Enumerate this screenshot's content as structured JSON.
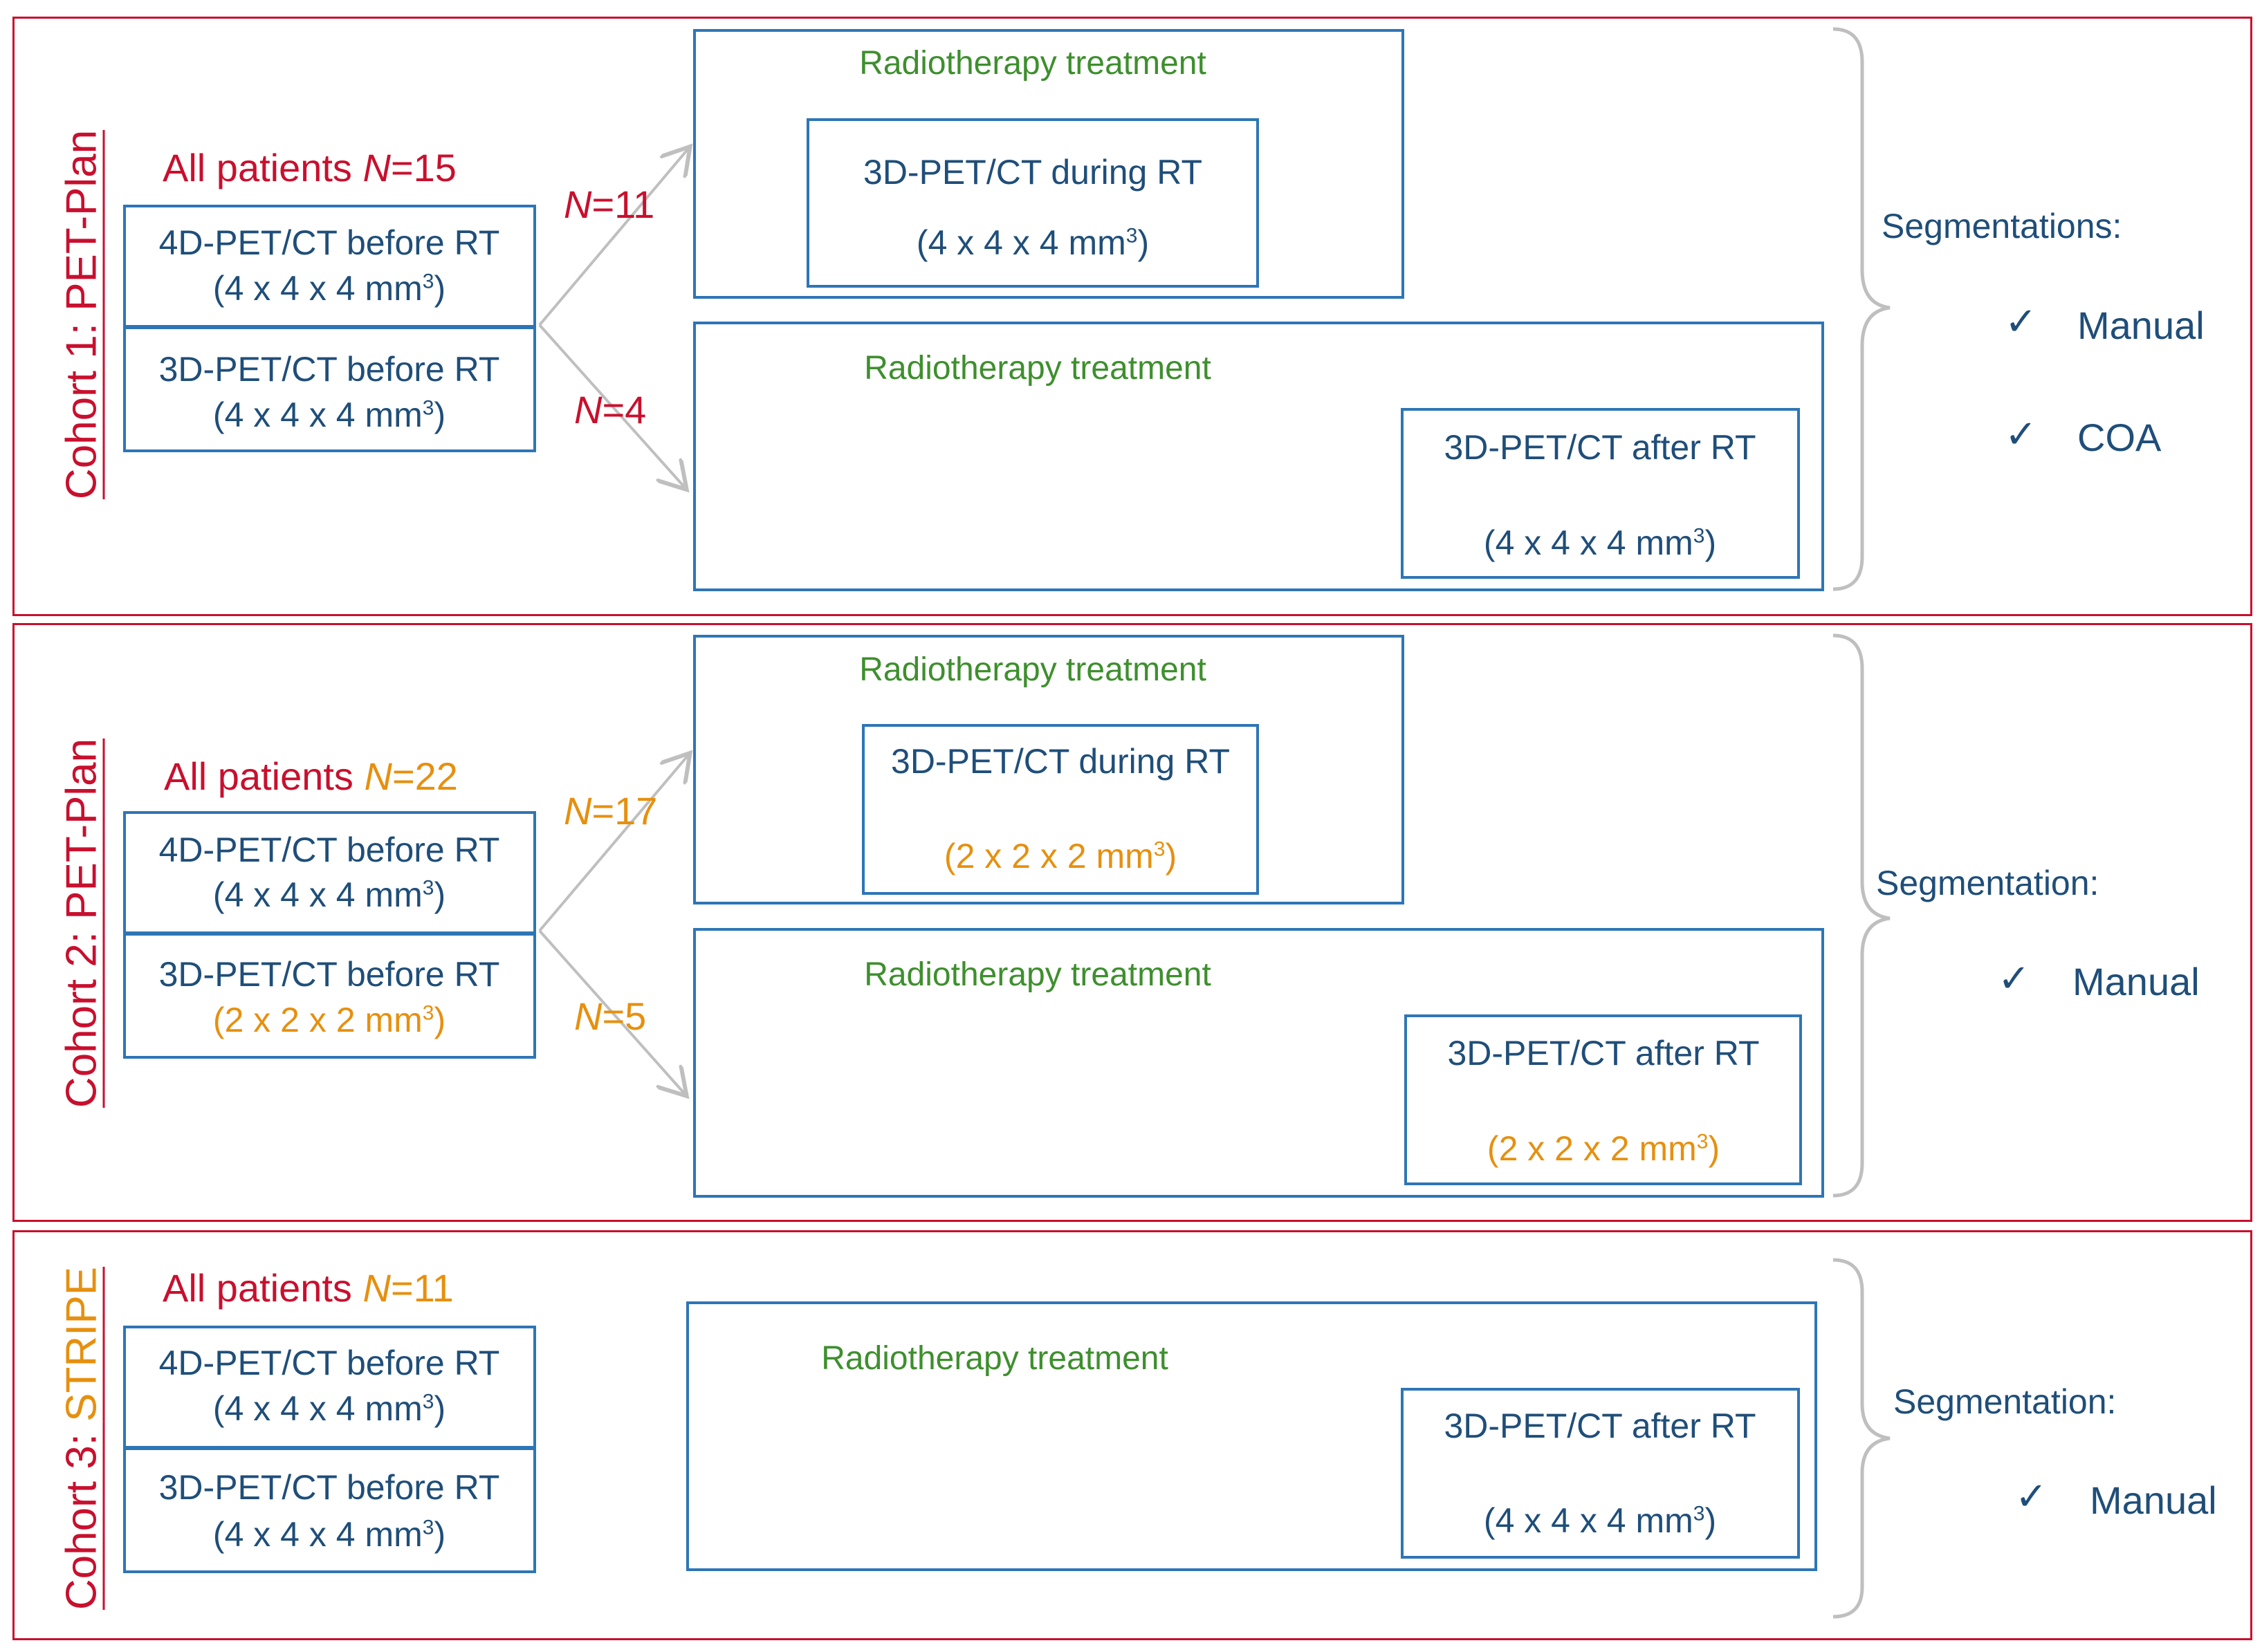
{
  "common": {
    "all_patients": "All patients",
    "n_prefix": "N",
    "pet4d_before": "4D-PET/CT before RT",
    "pet3d_before": "3D-PET/CT before RT",
    "pet3d_during": "3D-PET/CT during RT",
    "pet3d_after": "3D-PET/CT after  RT",
    "rt_treatment": "Radiotherapy treatment",
    "res_4mm": "4 x 4 x 4 mm",
    "res_2mm": "2 x 2 x 2 mm",
    "sup3": "3",
    "check": "✓"
  },
  "cohort1": {
    "label": "Cohort 1: PET-Plan",
    "all_n": "=15",
    "n_during": "=11",
    "n_after": "=4",
    "segmentation_title": "Segmentations:",
    "methods": [
      "Manual",
      "COA"
    ]
  },
  "cohort2": {
    "label": "Cohort 2: PET-Plan",
    "all_n": "=22",
    "n_during": "=17",
    "n_after": "=5",
    "segmentation_title": "Segmentation:",
    "methods": [
      "Manual"
    ]
  },
  "cohort3": {
    "label_prefix": "Cohort 3: ",
    "label_name": "STRIPE",
    "all_n": "=11",
    "segmentation_title": "Segmentation:",
    "methods": [
      "Manual"
    ]
  },
  "colors": {
    "panel_border": "#c8102e",
    "box_border": "#2e75b6",
    "text_blue": "#1f4e79",
    "green": "#3e8f2e",
    "red": "#c8102e",
    "orange": "#e6900f",
    "gray": "#bfbfbf"
  }
}
